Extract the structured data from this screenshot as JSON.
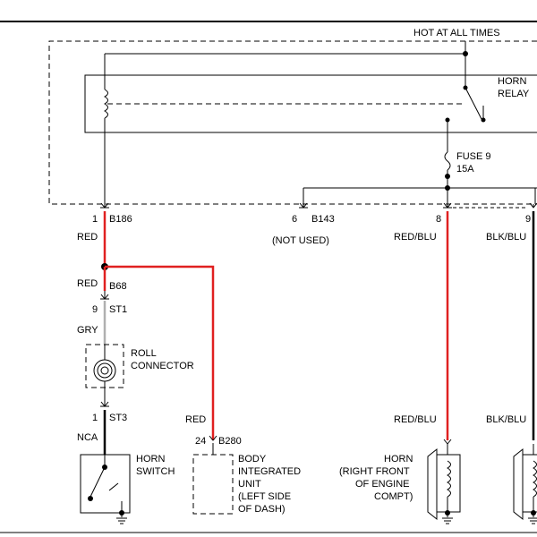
{
  "labels": {
    "hot_at_all_times": "HOT AT ALL TIMES",
    "horn_relay_1": "HORN",
    "horn_relay_2": "RELAY",
    "fuse_1": "FUSE 9",
    "fuse_2": "15A",
    "pin_1": "1",
    "conn_b186": "B186",
    "pin_6": "6",
    "conn_b143": "B143",
    "not_used": "(NOT USED)",
    "pin_8": "8",
    "pin_9": "9",
    "wire_red_1": "RED",
    "wire_red_2": "RED",
    "wire_red_3": "RED",
    "conn_b68": "B68",
    "pin_9_st1": "9",
    "conn_st1": "ST1",
    "wire_gry": "GRY",
    "roll_1": "ROLL",
    "roll_2": "CONNECTOR",
    "pin_1_st3": "1",
    "conn_st3": "ST3",
    "wire_nca": "NCA",
    "horn_switch_1": "HORN",
    "horn_switch_2": "SWITCH",
    "pin_24": "24",
    "conn_b280": "B280",
    "biu_1": "BODY",
    "biu_2": "INTEGRATED",
    "biu_3": "UNIT",
    "biu_4": "(LEFT SIDE",
    "biu_5": "OF DASH)",
    "wire_redblu_1": "RED/BLU",
    "wire_redblu_2": "RED/BLU",
    "wire_blkblu_1": "BLK/BLU",
    "wire_blkblu_2": "BLK/BLU",
    "horn_1": "HORN",
    "horn_2": "(RIGHT FRONT",
    "horn_3": "OF ENGINE",
    "horn_4": "COMPT)"
  },
  "colors": {
    "wire_red": "#e02020",
    "wire_gray": "#b0b0b0",
    "line": "#000000"
  }
}
